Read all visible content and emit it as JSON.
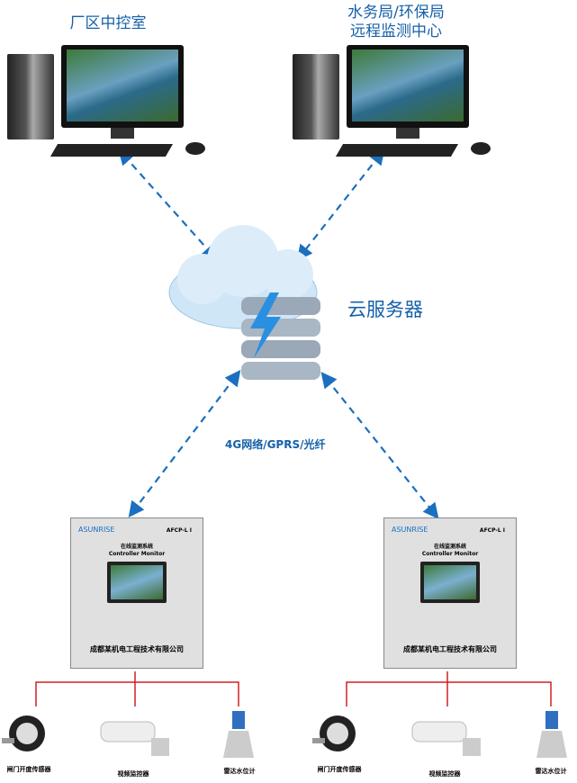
{
  "terminals": [
    {
      "title": "厂区中控室"
    },
    {
      "title": "水务局/环保局\n远程监测中心",
      "line1": "水务局/环保局",
      "line2": "远程监测中心"
    }
  ],
  "cloud": {
    "label": "云服务器"
  },
  "network": {
    "label": "4G网络/GPRS/光纤"
  },
  "stations": [
    {
      "logo": "ASUNRISE",
      "model": "AFCP-L I",
      "system": "在线监测系统",
      "system_en": "Controller Monitor",
      "company": "成都某机电工程技术有限公司"
    },
    {
      "logo": "ASUNRISE",
      "model": "AFCP-L I",
      "system": "在线监测系统",
      "system_en": "Controller Monitor",
      "company": "成都某机电工程技术有限公司"
    }
  ],
  "devices": [
    "闸门开度传感器",
    "视频监控器",
    "雷达水位计"
  ],
  "colors": {
    "accent": "#1560a8",
    "wire": "#d02020",
    "arrow": "#1a6fc0"
  }
}
